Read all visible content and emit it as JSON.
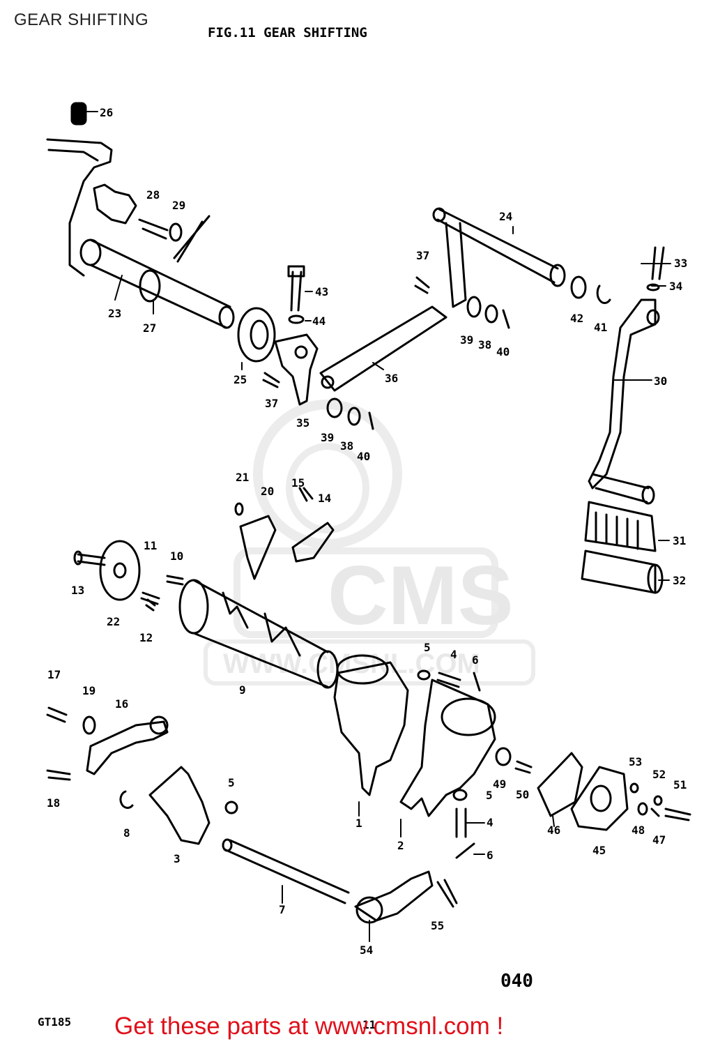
{
  "page_title": "GEAR SHIFTING",
  "figure_title": "FIG.11  GEAR SHIFTING",
  "page_number": "040",
  "model_code": "GT185",
  "footer_mark": "11",
  "promo_text": "Get these parts at www.cmsnl.com !",
  "watermark": {
    "logo_text": "CMS",
    "url_text": "WWW.CMSNL.COM"
  },
  "colors": {
    "promo": "#e0101a",
    "watermark": "#e8e8e8",
    "ink": "#000000"
  },
  "part_labels": [
    {
      "id": "p26",
      "text": "26"
    },
    {
      "id": "p28",
      "text": "28"
    },
    {
      "id": "p29",
      "text": "29"
    },
    {
      "id": "p23",
      "text": "23"
    },
    {
      "id": "p27",
      "text": "27"
    },
    {
      "id": "p25",
      "text": "25"
    },
    {
      "id": "p43",
      "text": "43"
    },
    {
      "id": "p44",
      "text": "44"
    },
    {
      "id": "p37a",
      "text": "37"
    },
    {
      "id": "p35",
      "text": "35"
    },
    {
      "id": "p37b",
      "text": "37"
    },
    {
      "id": "p36",
      "text": "36"
    },
    {
      "id": "p39a",
      "text": "39"
    },
    {
      "id": "p38a",
      "text": "38"
    },
    {
      "id": "p40a",
      "text": "40"
    },
    {
      "id": "p24",
      "text": "24"
    },
    {
      "id": "p39b",
      "text": "39"
    },
    {
      "id": "p38b",
      "text": "38"
    },
    {
      "id": "p40b",
      "text": "40"
    },
    {
      "id": "p42",
      "text": "42"
    },
    {
      "id": "p41",
      "text": "41"
    },
    {
      "id": "p33",
      "text": "33"
    },
    {
      "id": "p34",
      "text": "34"
    },
    {
      "id": "p30",
      "text": "30"
    },
    {
      "id": "p31",
      "text": "31"
    },
    {
      "id": "p32",
      "text": "32"
    },
    {
      "id": "p21",
      "text": "21"
    },
    {
      "id": "p20",
      "text": "20"
    },
    {
      "id": "p15",
      "text": "15"
    },
    {
      "id": "p14",
      "text": "14"
    },
    {
      "id": "p11",
      "text": "11"
    },
    {
      "id": "p10",
      "text": "10"
    },
    {
      "id": "p13",
      "text": "13"
    },
    {
      "id": "p22",
      "text": "22"
    },
    {
      "id": "p12",
      "text": "12"
    },
    {
      "id": "p9",
      "text": "9"
    },
    {
      "id": "p5a",
      "text": "5"
    },
    {
      "id": "p4a",
      "text": "4"
    },
    {
      "id": "p6a",
      "text": "6"
    },
    {
      "id": "p17",
      "text": "17"
    },
    {
      "id": "p19",
      "text": "19"
    },
    {
      "id": "p16",
      "text": "16"
    },
    {
      "id": "p18",
      "text": "18"
    },
    {
      "id": "p8",
      "text": "8"
    },
    {
      "id": "p3",
      "text": "3"
    },
    {
      "id": "p5b",
      "text": "5"
    },
    {
      "id": "p1",
      "text": "1"
    },
    {
      "id": "p2",
      "text": "2"
    },
    {
      "id": "p5c",
      "text": "5"
    },
    {
      "id": "p4b",
      "text": "4"
    },
    {
      "id": "p6b",
      "text": "6"
    },
    {
      "id": "p49",
      "text": "49"
    },
    {
      "id": "p50",
      "text": "50"
    },
    {
      "id": "p46",
      "text": "46"
    },
    {
      "id": "p45",
      "text": "45"
    },
    {
      "id": "p53",
      "text": "53"
    },
    {
      "id": "p52",
      "text": "52"
    },
    {
      "id": "p51",
      "text": "51"
    },
    {
      "id": "p48",
      "text": "48"
    },
    {
      "id": "p47",
      "text": "47"
    },
    {
      "id": "p7",
      "text": "7"
    },
    {
      "id": "p54",
      "text": "54"
    },
    {
      "id": "p55",
      "text": "55"
    }
  ]
}
